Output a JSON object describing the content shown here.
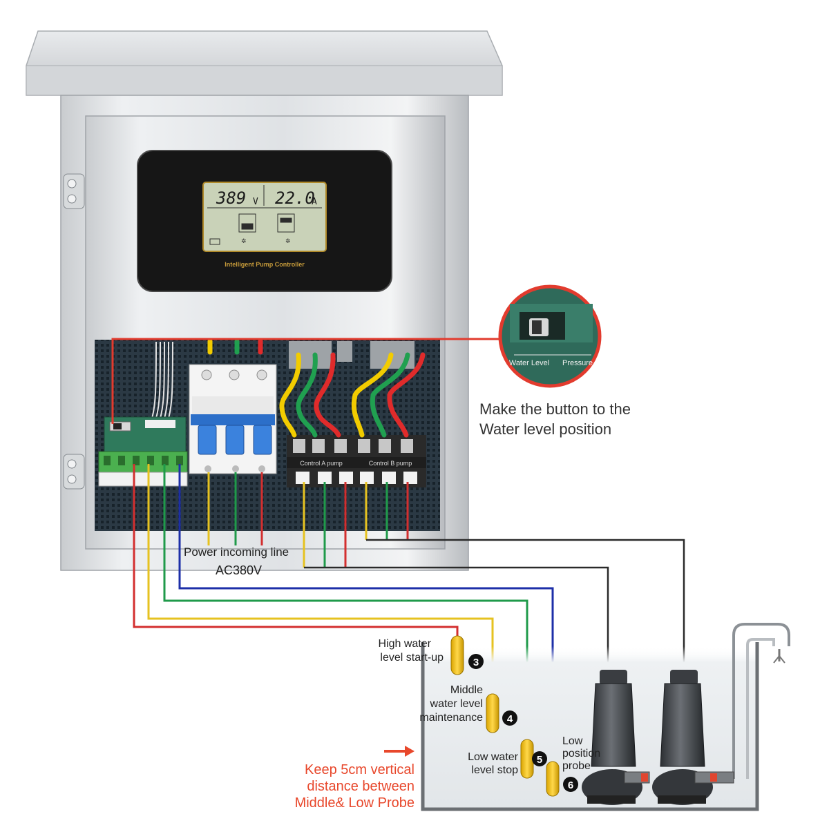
{
  "controller": {
    "brand": "Intelligent Pump Controller",
    "lcd": {
      "voltage": "389",
      "voltage_unit": "V",
      "current": "22.0",
      "current_unit": "A"
    }
  },
  "zoom_callout": {
    "switch_labels": [
      "Water Level",
      "Pressure"
    ],
    "instruction_line1": "Make the button to the",
    "instruction_line2": "Water level position"
  },
  "contactors": {
    "pump_a": "Control A pump",
    "pump_b": "Control B pump"
  },
  "power_line": {
    "label": "Power incoming line",
    "voltage": "AC380V"
  },
  "probes": [
    {
      "number": "3",
      "label_lines": [
        "High water",
        "level start-up"
      ],
      "wire_color": "#d32f2f"
    },
    {
      "number": "4",
      "label_lines": [
        "Middle",
        "water level",
        "maintenance"
      ],
      "wire_color": "#e6c220"
    },
    {
      "number": "5",
      "label_lines": [
        "Low water",
        "level stop"
      ],
      "wire_color": "#1f9a4a"
    },
    {
      "number": "6",
      "label_lines": [
        "Low",
        "position",
        "probe"
      ],
      "wire_color": "#1d2fa8"
    }
  ],
  "warning": {
    "lines": [
      "Keep 5cm vertical",
      "distance between",
      "Middle& Low Probe"
    ],
    "color": "#e8472b"
  }
}
